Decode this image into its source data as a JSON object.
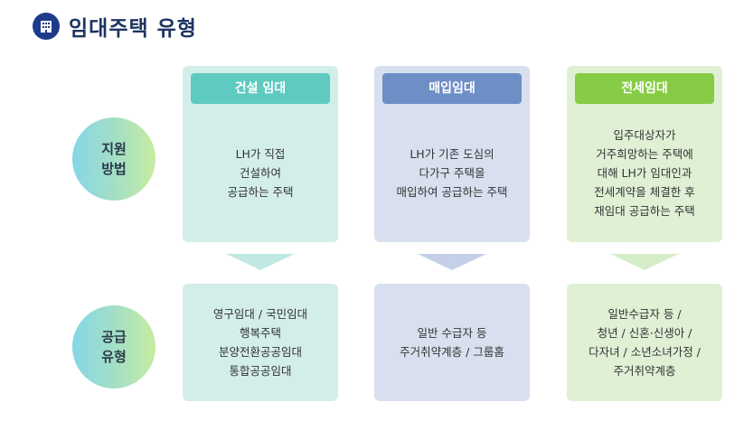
{
  "title": "임대주택 유형",
  "rows": [
    {
      "line1": "지원",
      "line2": "방법"
    },
    {
      "line1": "공급",
      "line2": "유형"
    }
  ],
  "columns": [
    {
      "label": "건설 임대",
      "color": "#5fcac0",
      "support": [
        "LH가 직접",
        "건설하여",
        "공급하는 주택"
      ],
      "supply": [
        "영구임대 / 국민임대",
        "행복주택",
        "분양전환공공임대",
        "통합공공임대"
      ]
    },
    {
      "label": "매입임대",
      "color": "#6e8ec6",
      "support": [
        "LH가 기존 도심의",
        "다가구 주택을",
        "매입하여 공급하는 주택"
      ],
      "supply": [
        "일반 수급자 등",
        "주거취약계층 / 그룹홈"
      ]
    },
    {
      "label": "전세임대",
      "color": "#86cc44",
      "support": [
        "입주대상자가",
        "거주희망하는 주택에",
        "대해 LH가 임대인과",
        "전세계약을 체결한 후",
        "재임대 공급하는 주택"
      ],
      "supply": [
        "일반수급자 등 /",
        "청년 / 신혼·신생아 /",
        "다자녀 / 소년소녀가정 /",
        "주거취약계층"
      ]
    }
  ]
}
